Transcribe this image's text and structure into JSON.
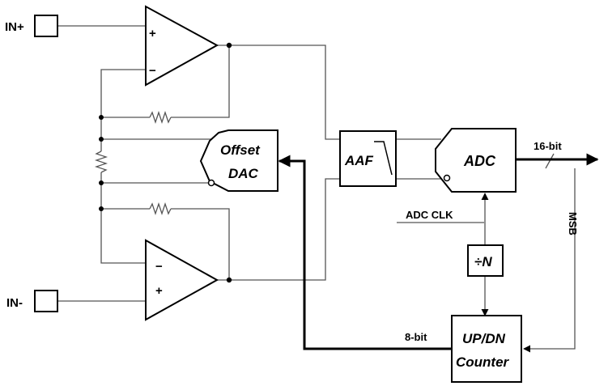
{
  "ports": {
    "in_plus": "IN+",
    "in_minus": "IN-"
  },
  "opamps": {
    "top_plus": "+",
    "top_minus": "−",
    "bottom_minus": "−",
    "bottom_plus": "+"
  },
  "blocks": {
    "offset_dac_line1": "Offset",
    "offset_dac_line2": "DAC",
    "aaf": "AAF",
    "adc": "ADC",
    "divider": "÷N",
    "counter_line1": "UP/DN",
    "counter_line2": "Counter"
  },
  "signals": {
    "adc_bus": "16-bit",
    "adc_clk": "ADC CLK",
    "counter_bus": "8-bit",
    "msb_label": "MSB"
  },
  "colors": {
    "wire": "#555555",
    "bold_wire": "#000000"
  }
}
